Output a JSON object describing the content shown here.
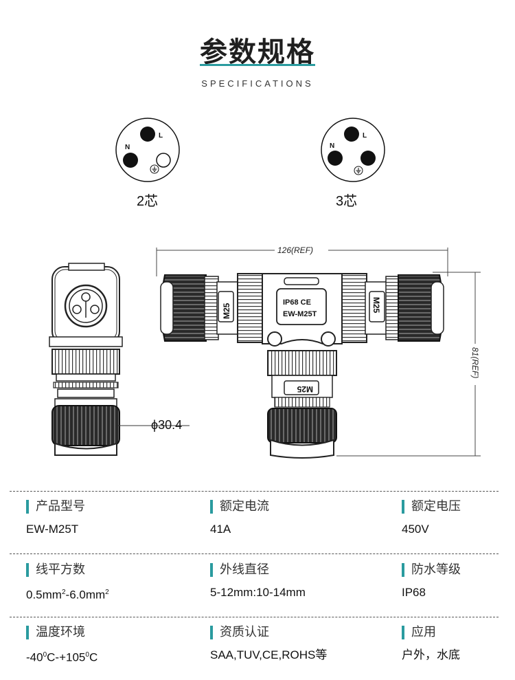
{
  "header": {
    "title": "参数规格",
    "subtitle": "SPECIFICATIONS"
  },
  "pin_diagrams": [
    {
      "label": "2芯",
      "pins": [
        "N",
        "L"
      ],
      "ground_symbol": "⏚"
    },
    {
      "label": "3芯",
      "pins": [
        "N",
        "L"
      ],
      "ground_symbol": "⏚"
    }
  ],
  "drawing": {
    "width_dim": "126(REF)",
    "height_dim": "81(REF)",
    "diameter_dim": "ϕ30.4",
    "marking_left": "M25",
    "marking_right": "M25",
    "marking_bottom": "M25",
    "badge_line1": "IP68  CE",
    "badge_line2": "EW-M25T"
  },
  "specs": [
    {
      "label": "产品型号",
      "value": "EW-M25T"
    },
    {
      "label": "额定电流",
      "value": "41A"
    },
    {
      "label": "额定电压",
      "value": "450V"
    },
    {
      "label": "线平方数",
      "value_a": "0.5mm",
      "sup_a": "2",
      "value_b": "-6.0mm",
      "sup_b": "2"
    },
    {
      "label": "外线直径",
      "value": "5-12mm:10-14mm"
    },
    {
      "label": "防水等级",
      "value": "IP68"
    },
    {
      "label": "温度环境",
      "value_a": "-40",
      "sup_a": "0",
      "value_b": "C-+105",
      "sup_b": "0",
      "value_c": "C"
    },
    {
      "label": "资质认证",
      "value": "SAA,TUV,CE,ROHS等"
    },
    {
      "label": "应用",
      "value": "户外，水底"
    }
  ],
  "colors": {
    "accent": "#2a9b9f",
    "dark": "#1f1f1f"
  }
}
